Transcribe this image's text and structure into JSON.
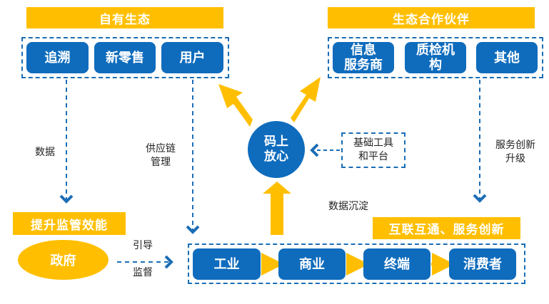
{
  "colors": {
    "accent_yellow": "#FFBF00",
    "node_blue": "#0F6CBD",
    "dash_blue": "#1B6DB5"
  },
  "own_ecosystem": {
    "title": "自有生态",
    "nodes": [
      "追溯",
      "新零售",
      "用户"
    ]
  },
  "partner_ecosystem": {
    "title": "生态合作伙伴",
    "nodes": [
      "信息\n服务商",
      "质检机\n构",
      "其他"
    ]
  },
  "center": {
    "line1": "码上",
    "line2": "放心"
  },
  "tools": {
    "line1": "基础工具",
    "line2": "和平台"
  },
  "labels": {
    "data": "数据",
    "supply_chain_1": "供应链",
    "supply_chain_2": "管理",
    "service_upgrade_1": "服务创新",
    "service_upgrade_2": "升级",
    "data_settle": "数据沉淀",
    "guide": "引导",
    "supervise": "监督"
  },
  "regulation": {
    "title": "提升监管效能",
    "government": "政府"
  },
  "chain": {
    "title": "互联互通、服务创新",
    "nodes": [
      "工业",
      "商业",
      "终端",
      "消费者"
    ]
  }
}
